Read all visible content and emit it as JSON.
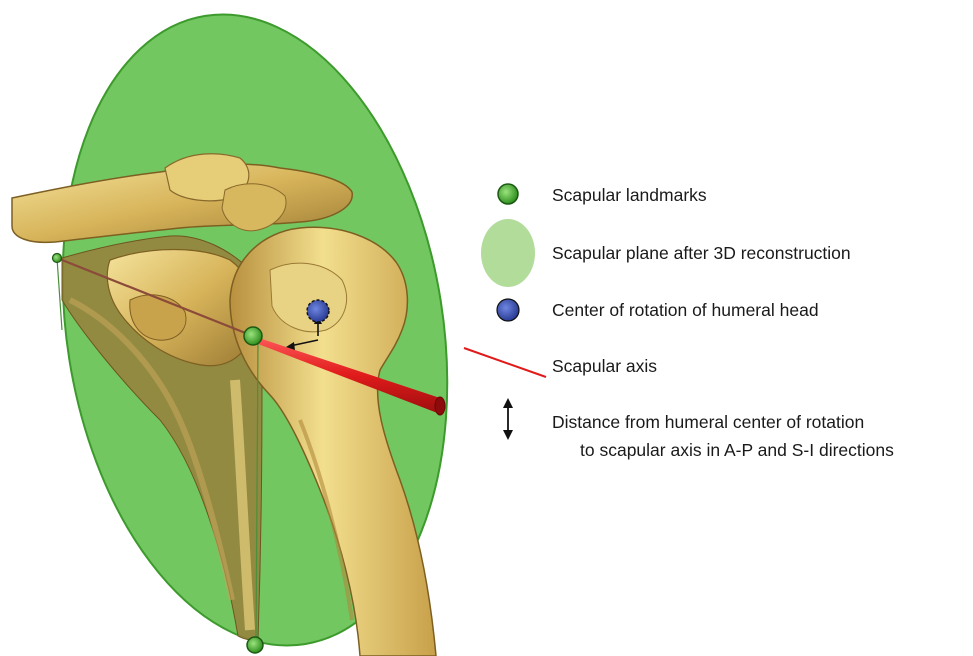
{
  "legend": {
    "items": [
      {
        "label": "Scapular landmarks",
        "icon": "green-landmark-dot-icon",
        "color": "#3fae2a"
      },
      {
        "label": "Scapular plane after 3D reconstruction",
        "icon": "green-ellipse-icon",
        "color": "#a9d88f"
      },
      {
        "label": "Center of rotation of humeral head",
        "icon": "blue-dot-icon",
        "color": "#3349a8"
      },
      {
        "label": "Scapular axis",
        "icon": "red-line-icon",
        "color": "#e01b1b"
      },
      {
        "label_line1": "Distance from humeral center of rotation",
        "label_line2": "to scapular axis in A-P and S-I directions",
        "icon": "double-arrow-icon",
        "color": "#111111"
      }
    ]
  },
  "colors": {
    "plane_fill": "#5fbf4a",
    "plane_stroke": "#3d9a2c",
    "bone_light": "#f0dc8a",
    "bone_mid": "#c9a24c",
    "bone_dark": "#8a6a2c",
    "axis_red": "#e01b1b",
    "center_blue": "#3349a8"
  }
}
